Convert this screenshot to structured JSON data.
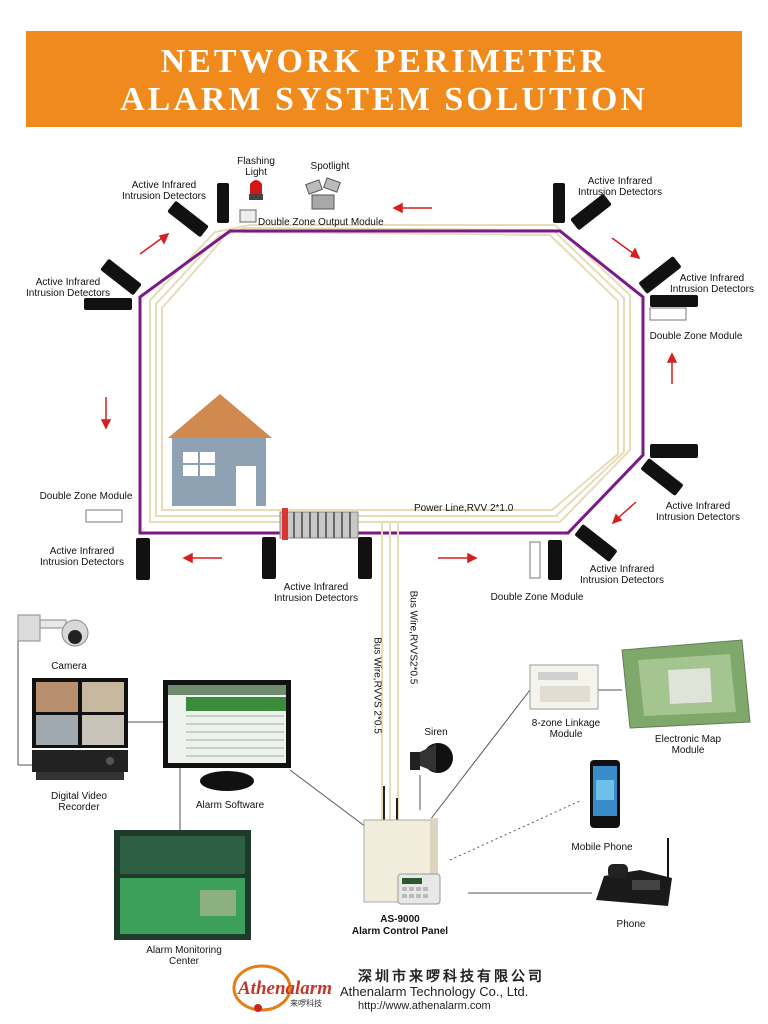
{
  "title": {
    "line1": "Network Perimeter",
    "line2": "Alarm System Solution"
  },
  "labels": {
    "flashing_light": [
      "Flashing",
      "Light"
    ],
    "spotlight": "Spotlight",
    "double_zone_output_module": "Double Zone Output Module",
    "active_infrared": [
      "Active Infrared",
      "Intrusion Detectors"
    ],
    "double_zone_module": "Double Zone Module",
    "power_line": "Power Line,RVV 2*1.0",
    "bus_wire_1": "Bus Wire,RVVS 2*0.5",
    "bus_wire_2": "Bus Wire,RVVS2*0.5",
    "camera": "Camera",
    "digital_video_recorder": [
      "Digital Video",
      "Recorder"
    ],
    "alarm_software": "Alarm Software",
    "alarm_monitoring_center": [
      "Alarm Monitoring",
      "Center"
    ],
    "siren": "Siren",
    "linkage_module": [
      "8-zone Linkage",
      "Module"
    ],
    "electronic_map_module": [
      "Electronic Map",
      "Module"
    ],
    "mobile_phone": "Mobile Phone",
    "phone": "Phone",
    "control_panel_model": "AS-9000",
    "control_panel_name": "Alarm Control Panel"
  },
  "company": {
    "logo": "Athenalarm",
    "logo_cn": "来啰科技",
    "name_cn": "深圳市来啰科技有限公司",
    "name_en": "Athenalarm Technology Co., Ltd.",
    "url": "http://www.athenalarm.com"
  },
  "colors": {
    "banner": "#f08a1c",
    "perimeter": "#7a1a86",
    "arrow": "#d32020",
    "house_roof": "#d08a50",
    "house_wall": "#8fa2b4"
  }
}
